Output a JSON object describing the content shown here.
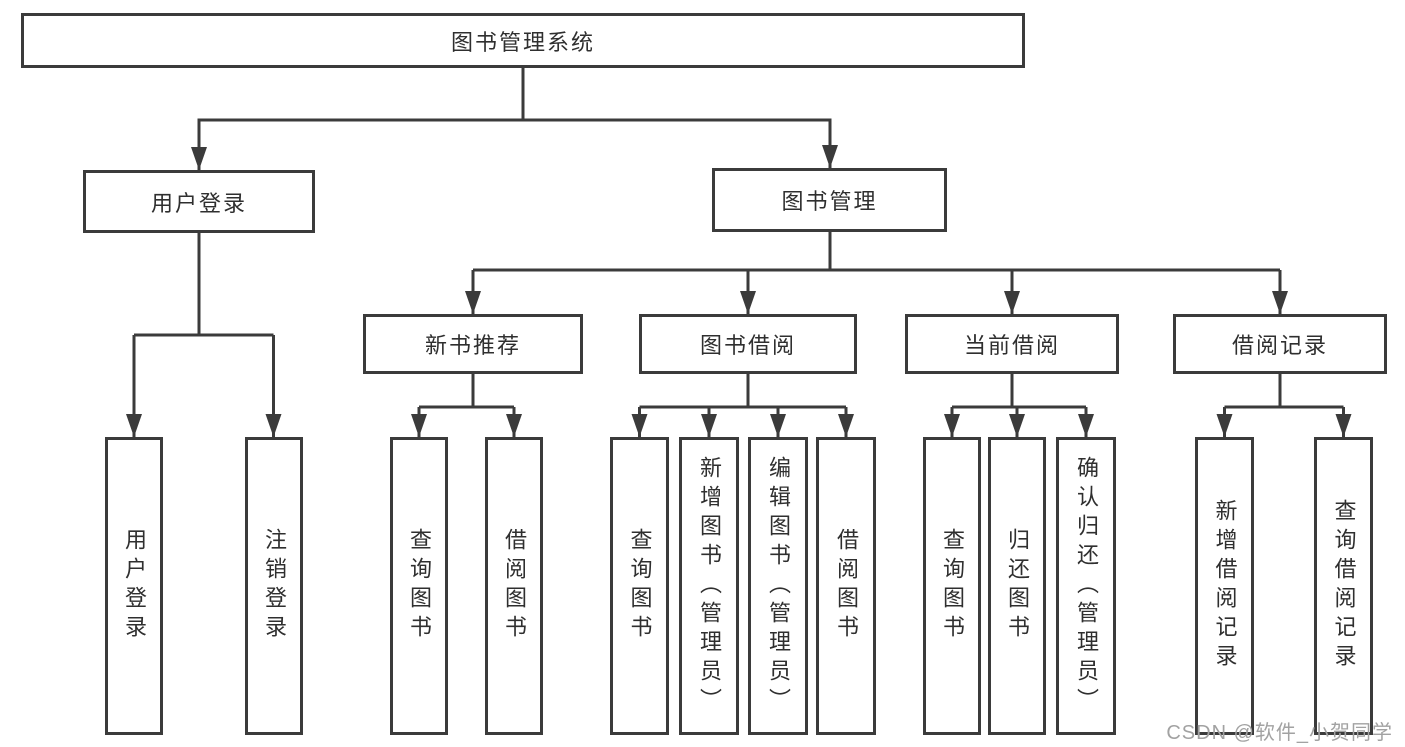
{
  "diagram": {
    "type": "hierarchy-tree",
    "line_color": "#3b3b3b",
    "box_background": "#ffffff",
    "text_color": "#2f2f2f"
  },
  "tree": {
    "root": {
      "label": "图书管理系统"
    },
    "branches": [
      {
        "label": "用户登录",
        "children": [
          {
            "label": "用户登录"
          },
          {
            "label": "注销登录"
          }
        ]
      },
      {
        "label": "图书管理",
        "children": [
          {
            "label": "新书推荐",
            "children": [
              {
                "label": "查询图书"
              },
              {
                "label": "借阅图书"
              }
            ]
          },
          {
            "label": "图书借阅",
            "children": [
              {
                "label": "查询图书"
              },
              {
                "label": "新增图书（管理员）"
              },
              {
                "label": "编辑图书（管理员）"
              },
              {
                "label": "借阅图书"
              }
            ]
          },
          {
            "label": "当前借阅",
            "children": [
              {
                "label": "查询图书"
              },
              {
                "label": "归还图书"
              },
              {
                "label": "确认归还（管理员）"
              }
            ]
          },
          {
            "label": "借阅记录",
            "children": [
              {
                "label": "新增借阅记录"
              },
              {
                "label": "查询借阅记录"
              }
            ]
          }
        ]
      }
    ]
  },
  "watermark": {
    "text": "CSDN @软件_小贺同学"
  }
}
